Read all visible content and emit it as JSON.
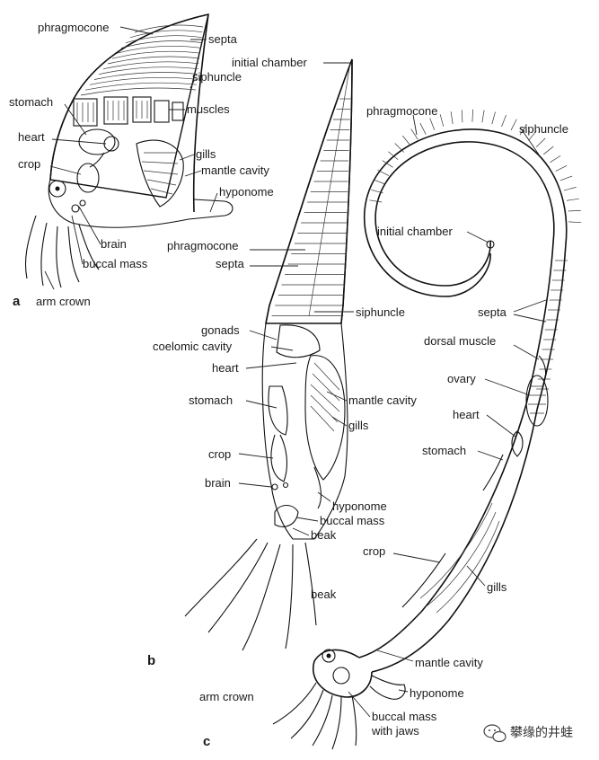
{
  "panels": {
    "a": {
      "letter": "a",
      "labels": {
        "phragmocone": "phragmocone",
        "septa": "septa",
        "siphuncle": "siphuncle",
        "stomach": "stomach",
        "muscles": "muscles",
        "heart": "heart",
        "gills": "gills",
        "mantle_cavity": "mantle cavity",
        "crop": "crop",
        "hyponome": "hyponome",
        "brain": "brain",
        "buccal_mass": "buccal mass",
        "arm_crown": "arm crown"
      }
    },
    "b": {
      "letter": "b",
      "labels": {
        "initial_chamber": "initial chamber",
        "phragmocone": "phragmocone",
        "septa": "septa",
        "siphuncle": "siphuncle",
        "gonads": "gonads",
        "coelomic_cavity": "coelomic cavity",
        "heart": "heart",
        "stomach": "stomach",
        "mantle_cavity": "mantle cavity",
        "gills": "gills",
        "crop": "crop",
        "brain": "brain",
        "hyponome": "hyponome",
        "buccal_mass": "buccal mass",
        "beak": "beak",
        "beak_left": "beak",
        "arm_crown": "arm crown"
      }
    },
    "c": {
      "letter": "c",
      "labels": {
        "phragmocone": "phragmocone",
        "siphuncle": "siphuncle",
        "initial_chamber": "initial chamber",
        "septa": "septa",
        "dorsal_muscle": "dorsal muscle",
        "ovary": "ovary",
        "heart": "heart",
        "stomach": "stomach",
        "crop": "crop",
        "gills": "gills",
        "mantle_cavity": "mantle cavity",
        "hyponome": "hyponome",
        "buccal_mass_line1": "buccal mass",
        "buccal_mass_line2": "with jaws"
      }
    }
  },
  "watermark": {
    "icon": "chat-bubble-icon",
    "text": "攀缘的井蛙"
  }
}
